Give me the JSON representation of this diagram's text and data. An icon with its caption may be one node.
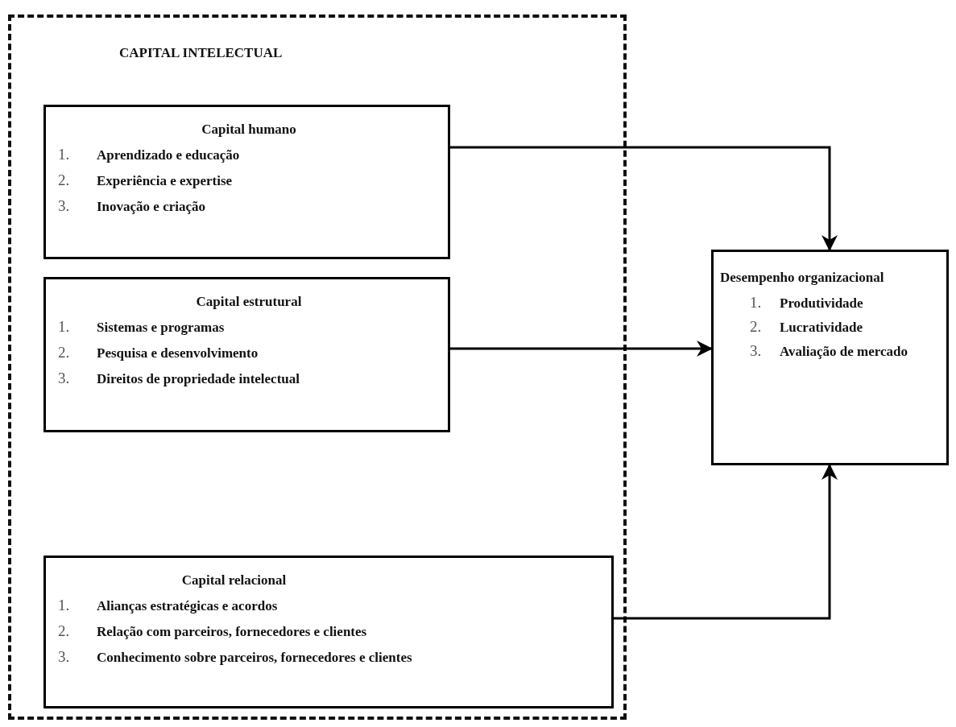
{
  "diagram": {
    "nodes": [
      {
        "text": [
          "CAPITAL INTELECTUAL"
        ]
      },
      {
        "text": [
          "Capital humano",
          "1.",
          "Aprendizado e educação",
          "2.",
          "Experiência e expertise",
          "3.",
          "Inovação e criação"
        ],
        "in": 0
      },
      {
        "text": [
          "Capital estrutural",
          "1.",
          "Sistemas e programas",
          "2.",
          "Pesquisa e desenvolvimento",
          "3.",
          "Direitos de propriedade intelectual"
        ],
        "in": 0
      },
      {
        "text": [
          "Capital relacional",
          "1.",
          "Alianças estratégicas e acordos",
          "2.",
          "Relação com parceiros, fornecedores e clientes",
          "3.",
          "Conhecimento sobre parceiros, fornecedores e clientes"
        ],
        "in": 0
      },
      {
        "text": [
          "Desempenho organizacional",
          "1.",
          "Produtividade",
          "2.",
          "Lucratividade",
          "3.",
          "Avaliação de mercado"
        ]
      }
    ],
    "edges": [
      {
        "from": 1,
        "to": 4,
        "arrow": "to"
      },
      {
        "from": 2,
        "to": 4,
        "arrow": "to"
      },
      {
        "from": 3,
        "to": 4,
        "arrow": "to"
      }
    ]
  }
}
